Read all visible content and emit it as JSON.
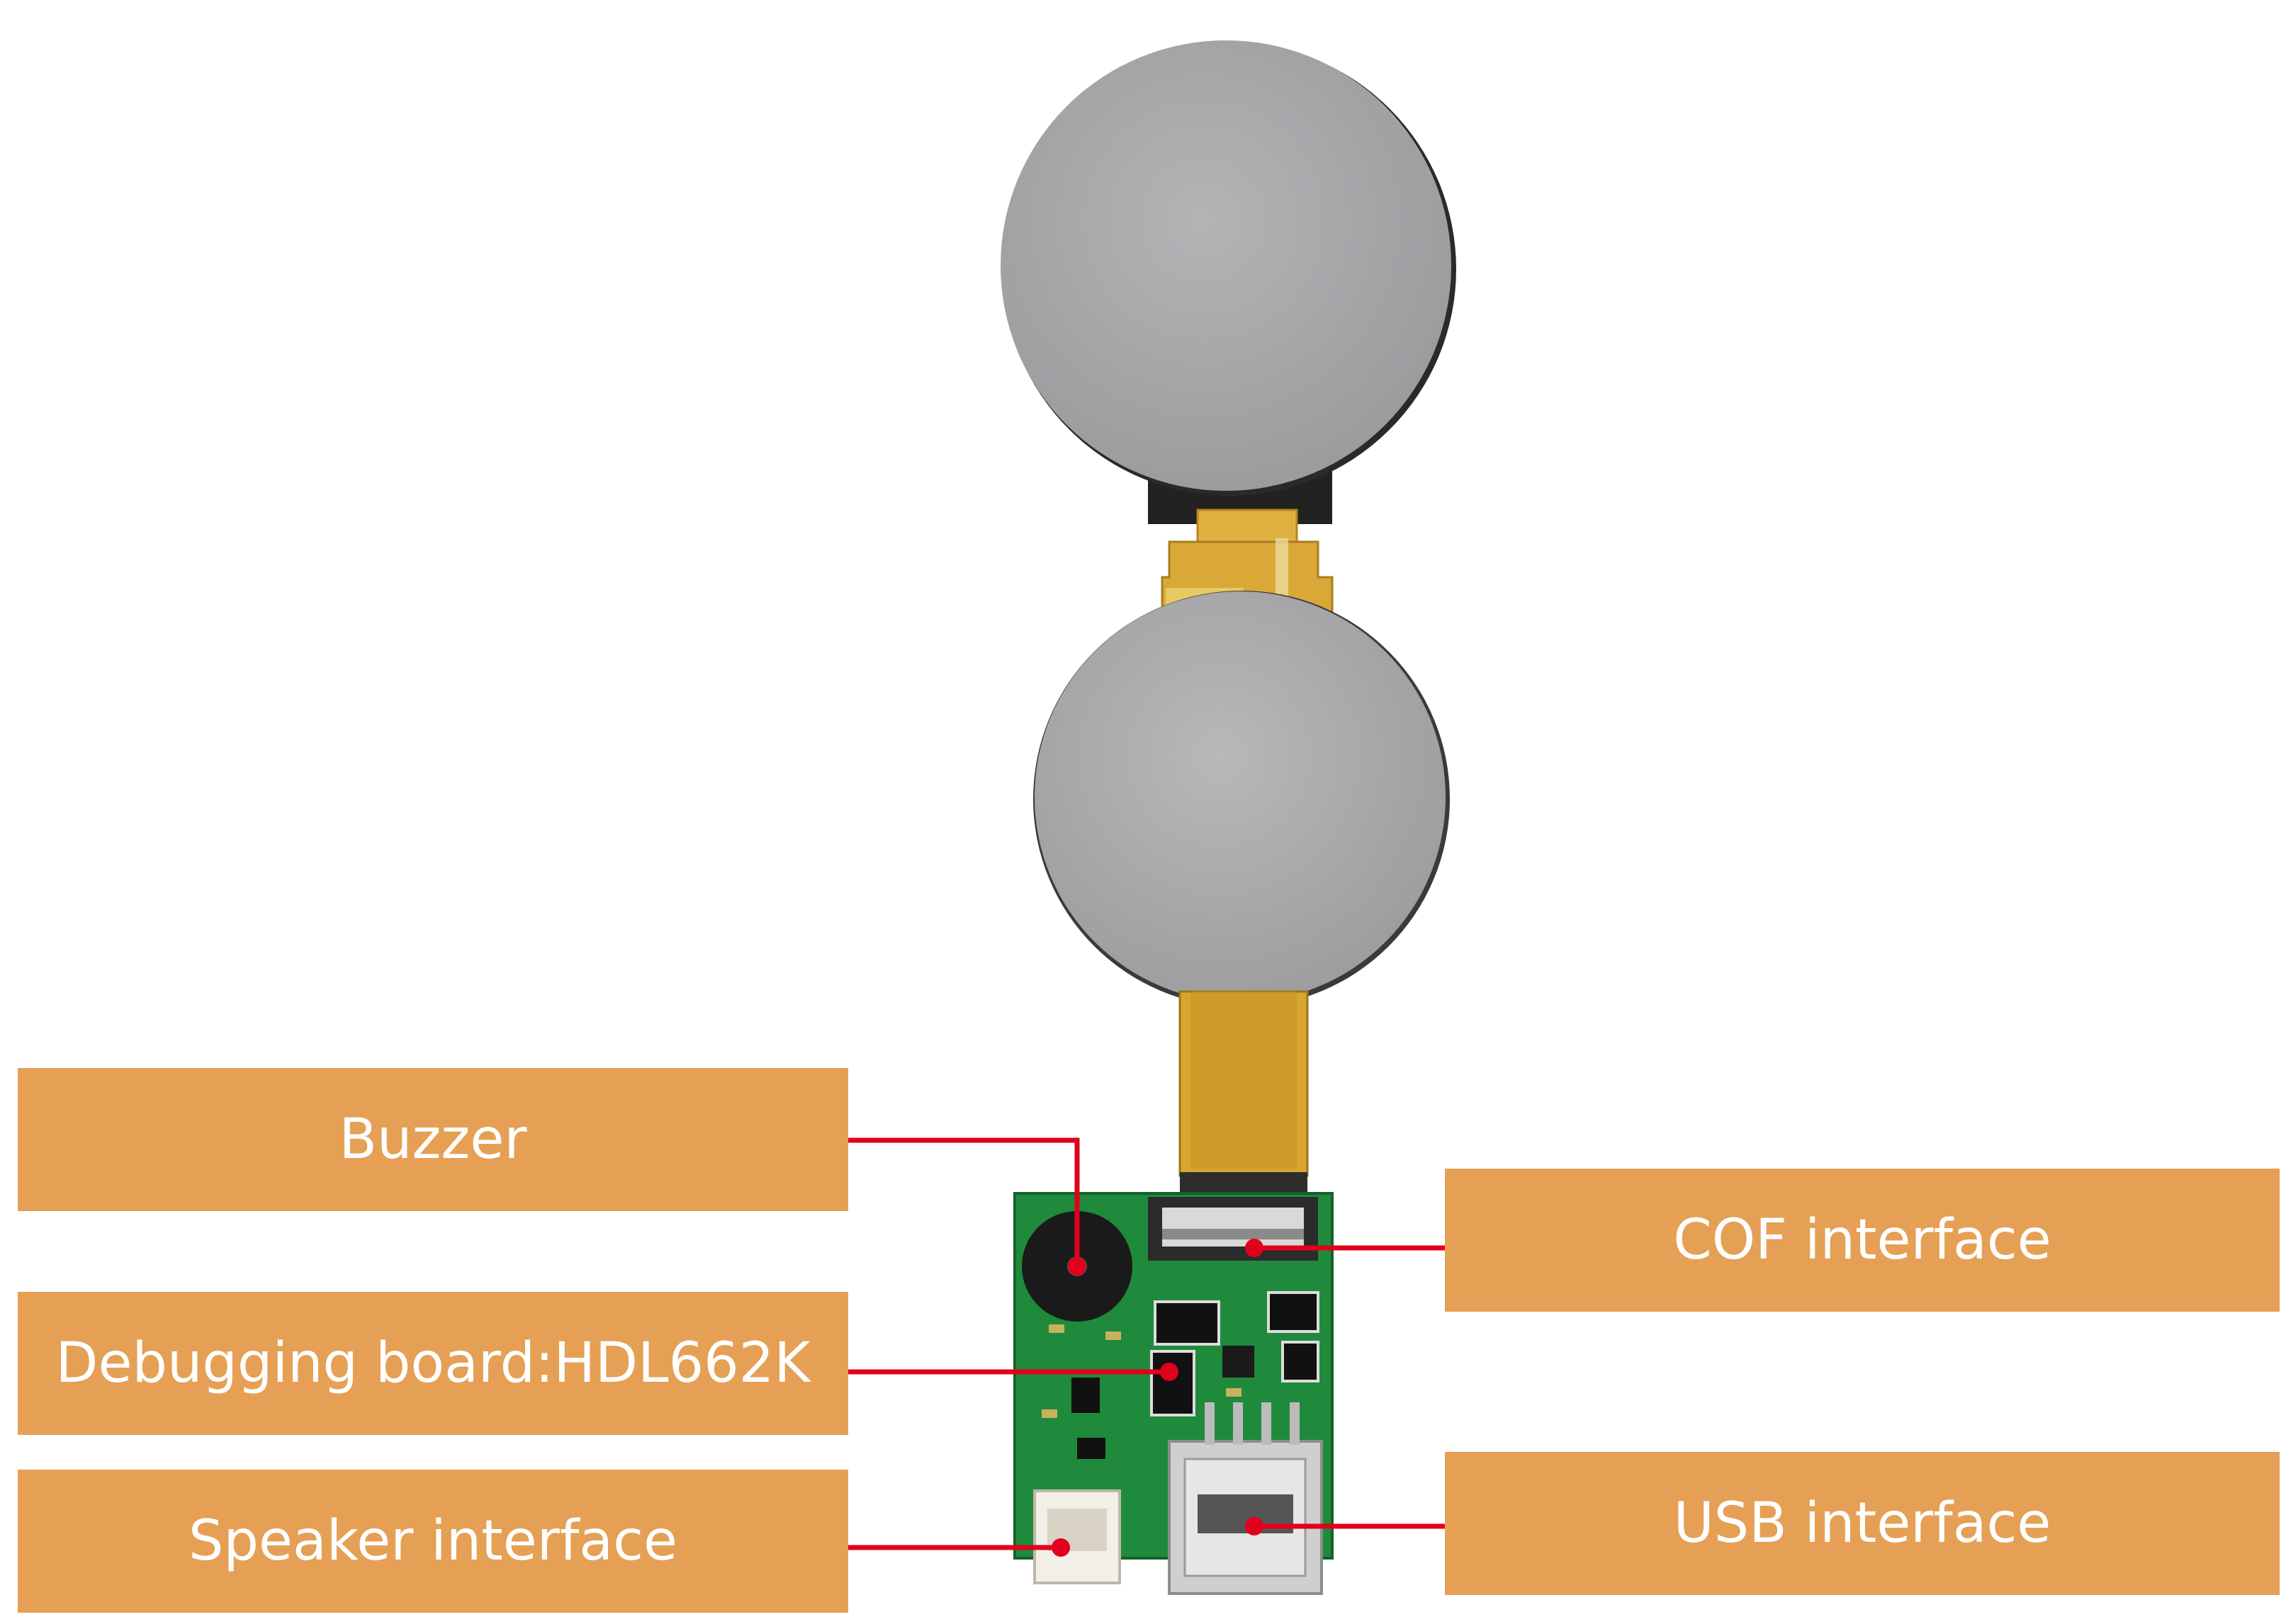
{
  "labels": {
    "buzzer": "Buzzer",
    "debugging_board": "Debugging board:HDL662K",
    "speaker_interface": "Speaker interface",
    "cof_interface": "COF interface",
    "usb_interface": "USB interface"
  },
  "colors": {
    "label_fill": "#e5a055",
    "label_text": "#ffffff",
    "leader_line": "#e0001b",
    "pcb_green": "#1f8a3b",
    "display_gray": "#a3a3a6",
    "fpc_amber": "#d6a02b"
  }
}
